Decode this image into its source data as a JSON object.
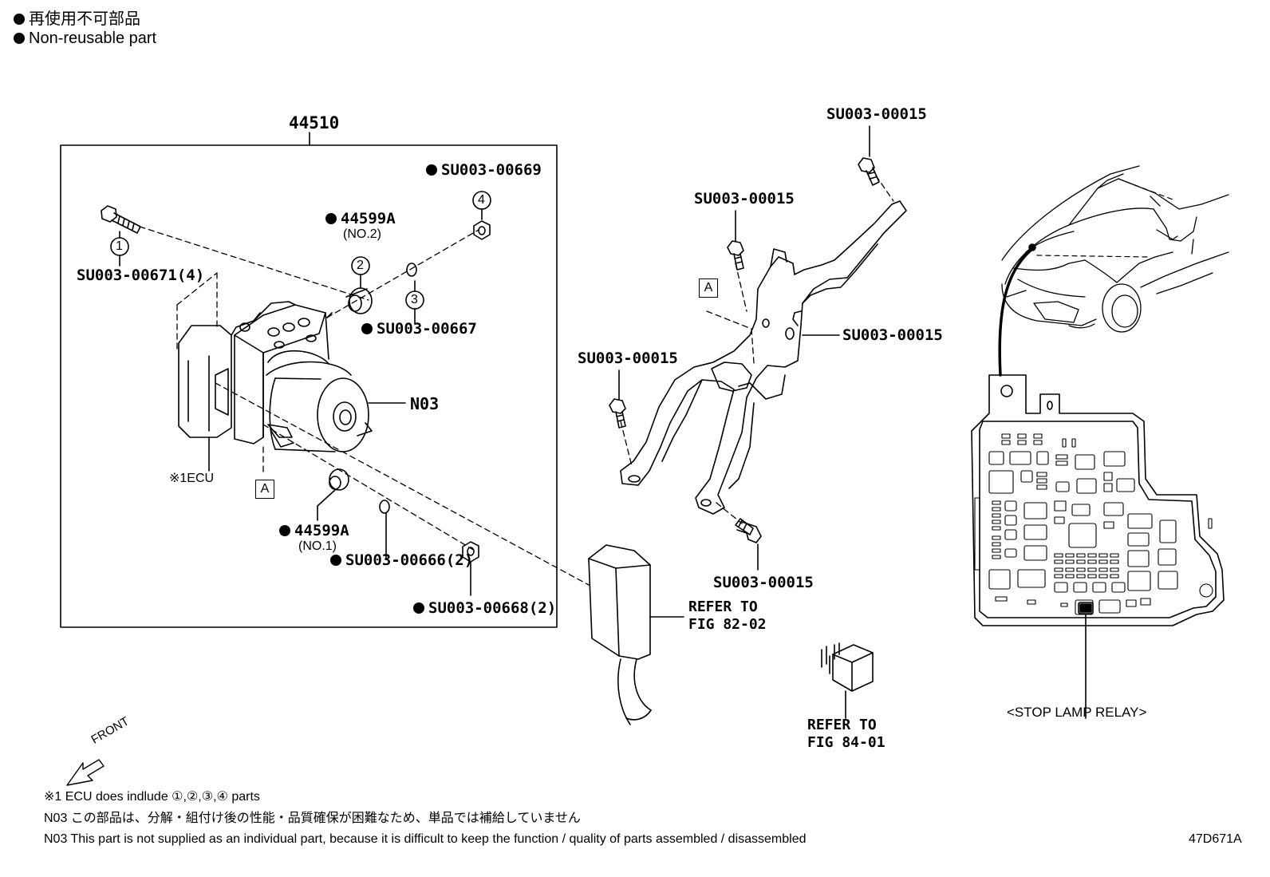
{
  "legend": {
    "line1": "再使用不可部品",
    "line2": "Non-reusable part"
  },
  "assembly": {
    "number": "44510"
  },
  "parts": {
    "p1_bolt": "SU003-00671(4)",
    "p2_grommet": "44599A",
    "p2_sub": "(NO.2)",
    "p3_washer": "SU003-00667",
    "p4_nut": "SU003-00669",
    "n03": "N03",
    "ecu": "※1ECU",
    "grommet_no1": "44599A",
    "grommet_no1_sub": "(NO.1)",
    "washer": "SU003-00666(2)",
    "nut": "SU003-00668(2)",
    "bracket_bolt_top": "SU003-00015",
    "bracket_bolt_upper_left": "SU003-00015",
    "bracket_bolt_right": "SU003-00015",
    "bracket_bolt_left": "SU003-00015",
    "bracket_bolt_bottom": "SU003-00015"
  },
  "callouts": {
    "c1": "1",
    "c2": "2",
    "c3": "3",
    "c4": "4",
    "box_a": "A"
  },
  "refs": {
    "ref1_line1": "REFER TO",
    "ref1_line2": "FIG 82-02",
    "ref2_line1": "REFER TO",
    "ref2_line2": "FIG 84-01",
    "stop_lamp": "<STOP LAMP RELAY>"
  },
  "front_label": "FRONT",
  "notes": {
    "n1": "※1 ECU does indlude ①,②,③,④ parts",
    "n2": "N03 この部品は、分解・組付け後の性能・品質確保が困難なため、単品では補給していません",
    "n3": "N03 This part is not supplied as an  individual part, because it is difficult to keep the function / quality of parts assembled / disassembled"
  },
  "figure_id": "47D671A"
}
